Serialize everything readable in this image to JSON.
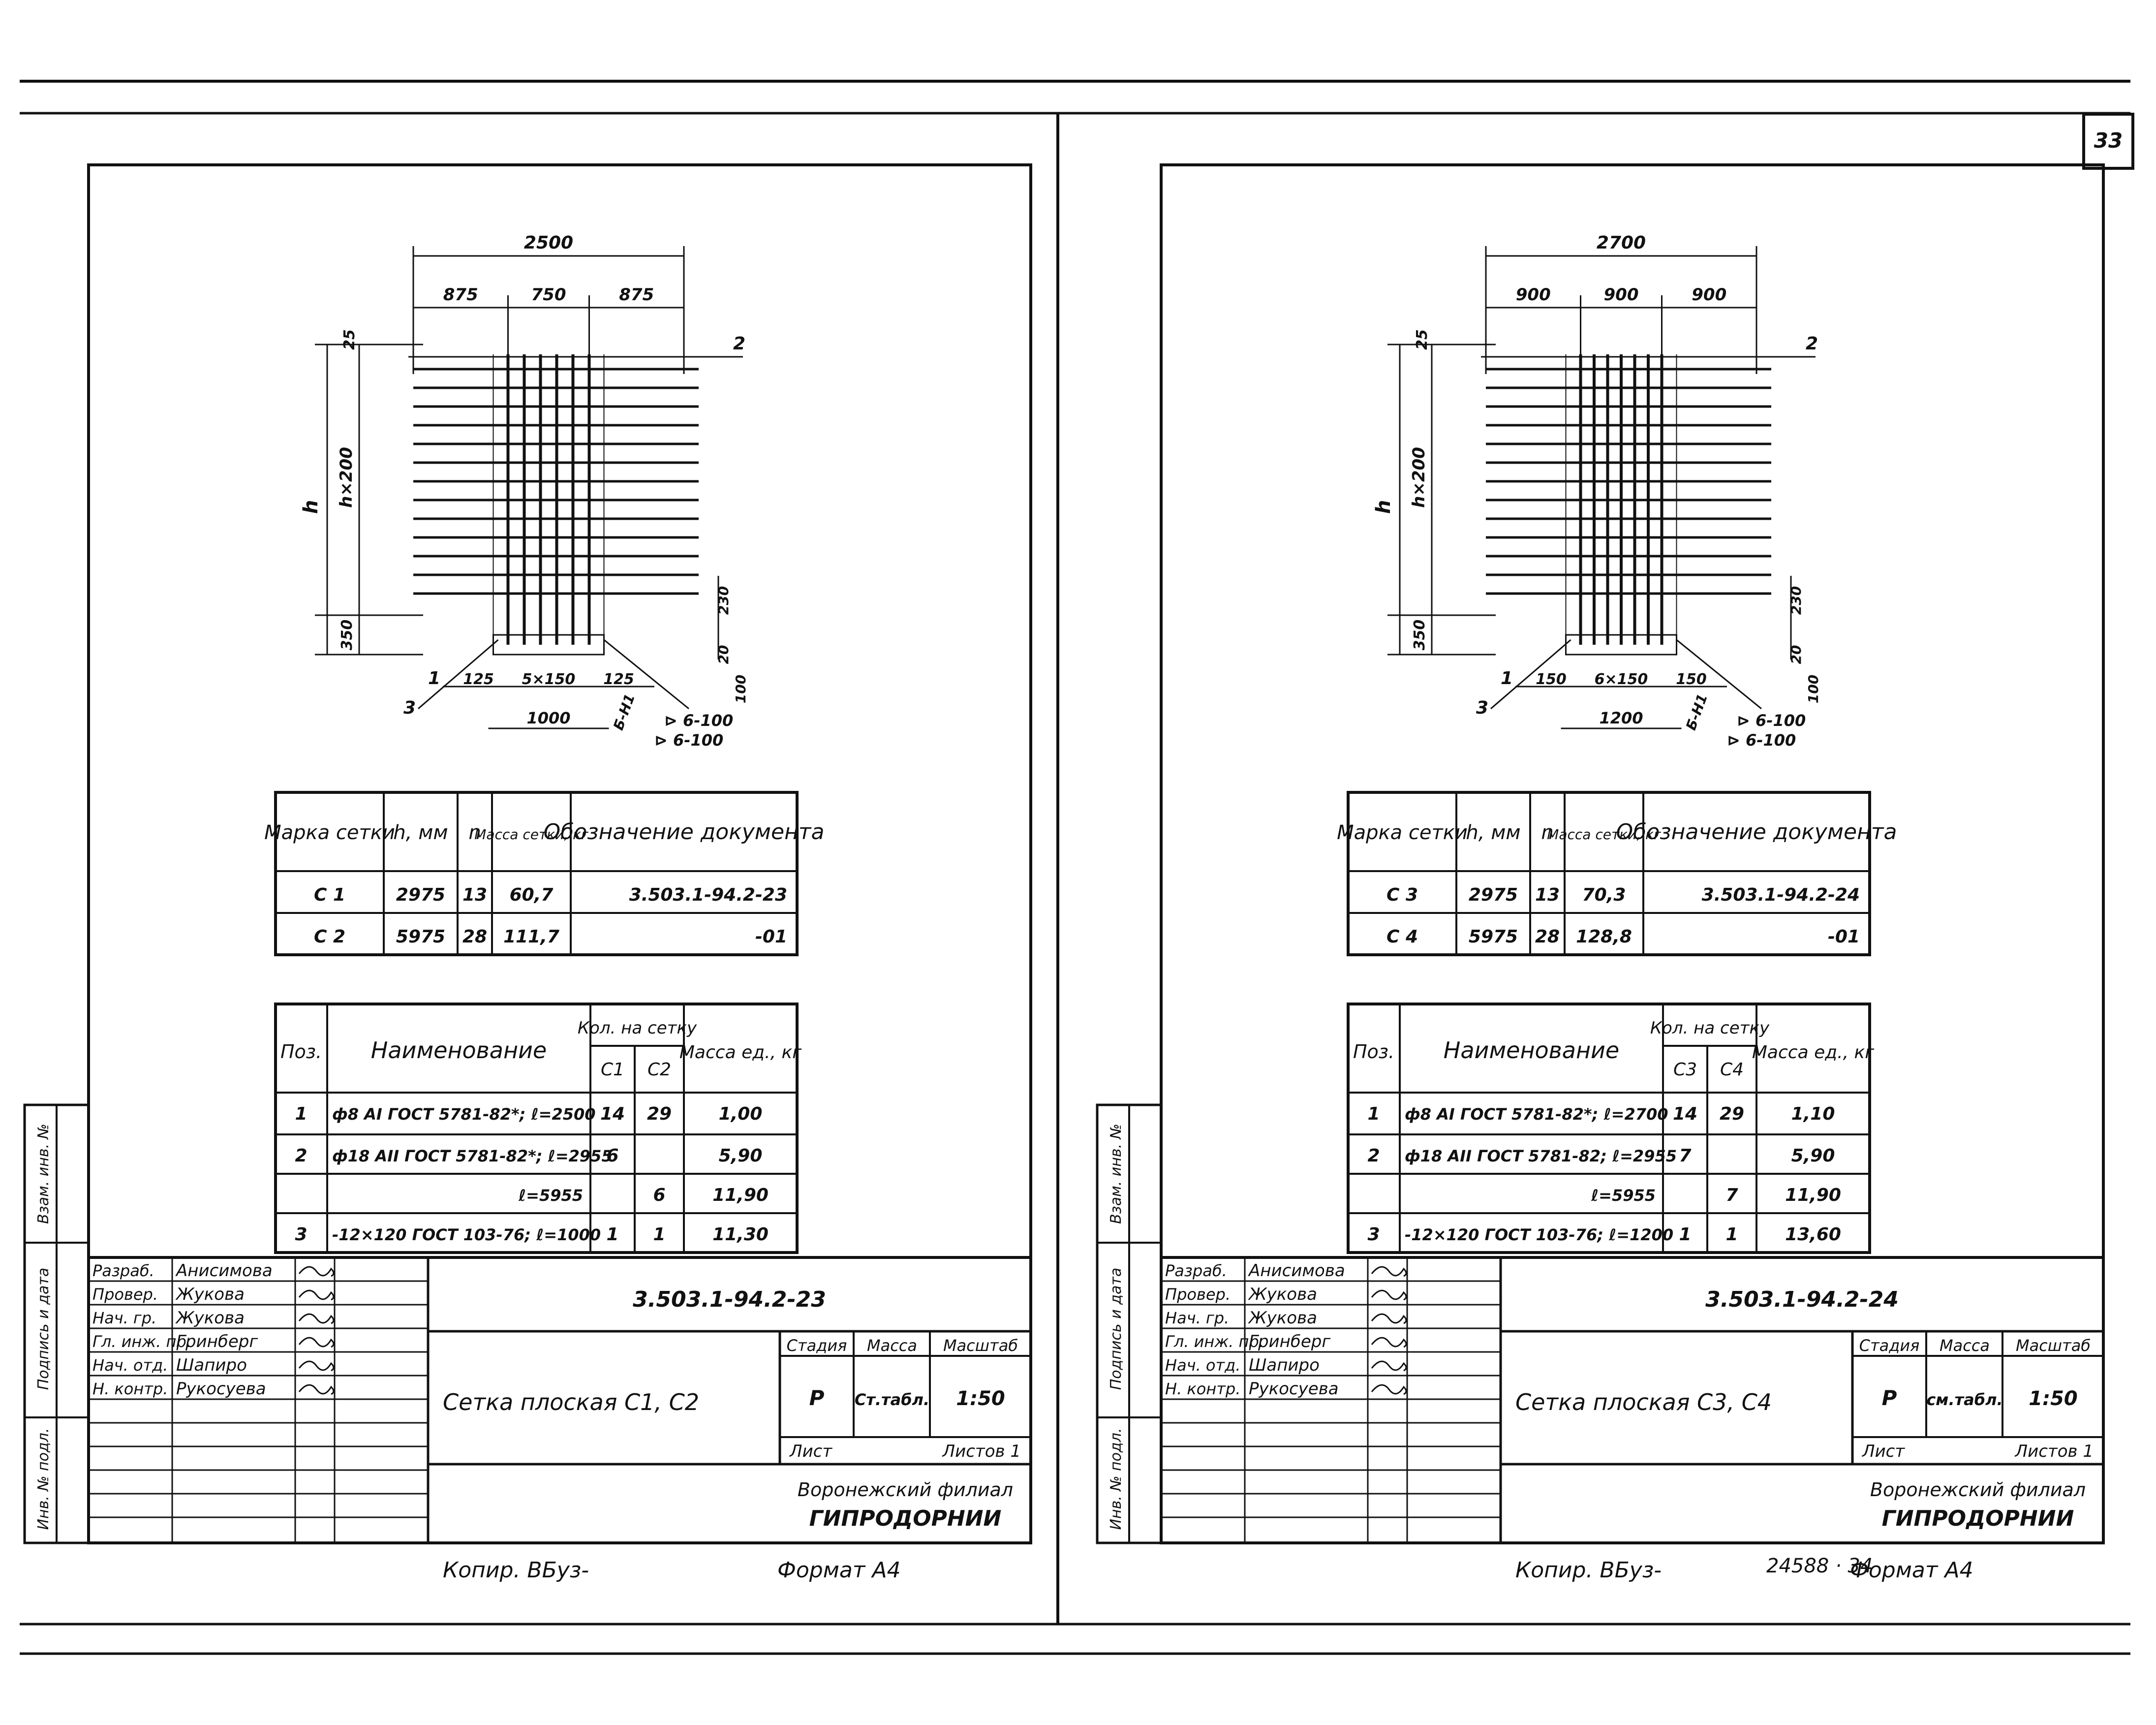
{
  "page_number": "33",
  "sheets": [
    {
      "id": "left",
      "drawing": {
        "overall": "2500",
        "segments": [
          "875",
          "750",
          "875"
        ],
        "top_offset": "25",
        "height_label": "h",
        "height_inner": "h×200",
        "bottom_offset": "350",
        "callout_2": "2",
        "callout_1": "1",
        "callout_3": "3",
        "bottom_dims": [
          "125",
          "5×150",
          "125"
        ],
        "base_width": "1000",
        "side_dims": [
          "230",
          "20",
          "100"
        ],
        "weld_note": "Б-Н1",
        "weld_marks": [
          "⊳ 6-100",
          "⊳ 6-100"
        ]
      },
      "mesh_table": {
        "headers": [
          "Марка сетки",
          "h, мм",
          "n",
          "Масса сетки, кг",
          "Обозначение документа"
        ],
        "rows": [
          [
            "С 1",
            "2975",
            "13",
            "60,7",
            "3.503.1-94.2-23"
          ],
          [
            "С 2",
            "5975",
            "28",
            "111,7",
            "-01"
          ]
        ]
      },
      "spec_table": {
        "headers": [
          "Поз.",
          "Наименование",
          "Кол. на сетку",
          "Масса ед., кг"
        ],
        "sub_headers": [
          "С1",
          "С2"
        ],
        "rows": [
          [
            "1",
            "ф8 АI ГОСТ 5781-82*; ℓ=2500",
            "14",
            "29",
            "1,00"
          ],
          [
            "2",
            "ф18 АII ГОСТ 5781-82*; ℓ=2955",
            "6",
            "",
            "5,90"
          ],
          [
            "",
            "ℓ=5955",
            "",
            "6",
            "11,90"
          ],
          [
            "3",
            "-12×120 ГОСТ 103-76; ℓ=1000",
            "1",
            "1",
            "11,30"
          ]
        ]
      },
      "title_block": {
        "roles": [
          [
            "Разраб.",
            "Анисимова"
          ],
          [
            "Провер.",
            "Жукова"
          ],
          [
            "Нач. гр.",
            "Жукова"
          ],
          [
            "Гл. инж. пр.",
            "Гринберг"
          ],
          [
            "Нач. отд.",
            "Шапиро"
          ],
          [
            "Н. контр.",
            "Рукосуева"
          ]
        ],
        "doc_code": "3.503.1-94.2-23",
        "title": "Сетка плоская С1, С2",
        "stage_label": "Стадия",
        "mass_label": "Масса",
        "scale_label": "Масштаб",
        "stage": "Р",
        "mass": "Ст.табл.",
        "scale": "1:50",
        "sheet_label": "Лист",
        "sheets_label": "Листов 1",
        "org_line1": "Воронежский филиал",
        "org_line2": "ГИПРОДОРНИИ"
      },
      "side_labels": [
        "Взам. инв. №",
        "Подпись и дата",
        "Инв. № подл."
      ],
      "footer_copy": "Копир. ВБуз-",
      "footer_format": "Формат А4"
    },
    {
      "id": "right",
      "drawing": {
        "overall": "2700",
        "segments": [
          "900",
          "900",
          "900"
        ],
        "top_offset": "25",
        "height_label": "h",
        "height_inner": "h×200",
        "bottom_offset": "350",
        "callout_2": "2",
        "callout_1": "1",
        "callout_3": "3",
        "bottom_dims": [
          "150",
          "6×150",
          "150"
        ],
        "base_width": "1200",
        "side_dims": [
          "230",
          "20",
          "100"
        ],
        "weld_note": "Б-Н1",
        "weld_marks": [
          "⊳ 6-100",
          "⊳ 6-100"
        ]
      },
      "mesh_table": {
        "headers": [
          "Марка сетки",
          "h, мм",
          "n",
          "Масса сетки, кг",
          "Обозначение документа"
        ],
        "rows": [
          [
            "С 3",
            "2975",
            "13",
            "70,3",
            "3.503.1-94.2-24"
          ],
          [
            "С 4",
            "5975",
            "28",
            "128,8",
            "-01"
          ]
        ]
      },
      "spec_table": {
        "headers": [
          "Поз.",
          "Наименование",
          "Кол. на сетку",
          "Масса ед., кг"
        ],
        "sub_headers": [
          "С3",
          "С4"
        ],
        "rows": [
          [
            "1",
            "ф8 АI ГОСТ 5781-82*; ℓ=2700",
            "14",
            "29",
            "1,10"
          ],
          [
            "2",
            "ф18 АII ГОСТ 5781-82; ℓ=2955",
            "7",
            "",
            "5,90"
          ],
          [
            "",
            "ℓ=5955",
            "",
            "7",
            "11,90"
          ],
          [
            "3",
            "-12×120 ГОСТ 103-76; ℓ=1200",
            "1",
            "1",
            "13,60"
          ]
        ]
      },
      "title_block": {
        "roles": [
          [
            "Разраб.",
            "Анисимова"
          ],
          [
            "Провер.",
            "Жукова"
          ],
          [
            "Нач. гр.",
            "Жукова"
          ],
          [
            "Гл. инж. пр.",
            "Гринберг"
          ],
          [
            "Нач. отд.",
            "Шапиро"
          ],
          [
            "Н. контр.",
            "Рукосуева"
          ]
        ],
        "doc_code": "3.503.1-94.2-24",
        "title": "Сетка плоская С3, С4",
        "stage_label": "Стадия",
        "mass_label": "Масса",
        "scale_label": "Масштаб",
        "stage": "Р",
        "mass": "см.табл.",
        "scale": "1:50",
        "sheet_label": "Лист",
        "sheets_label": "Листов 1",
        "org_line1": "Воронежский филиал",
        "org_line2": "ГИПРОДОРНИИ"
      },
      "side_labels": [
        "Взам. инв. №",
        "Подпись и дата",
        "Инв. № подл."
      ],
      "footer_copy": "Копир. ВБуз-",
      "footer_extra": "24588 · 34",
      "footer_format": "Формат А4"
    }
  ]
}
